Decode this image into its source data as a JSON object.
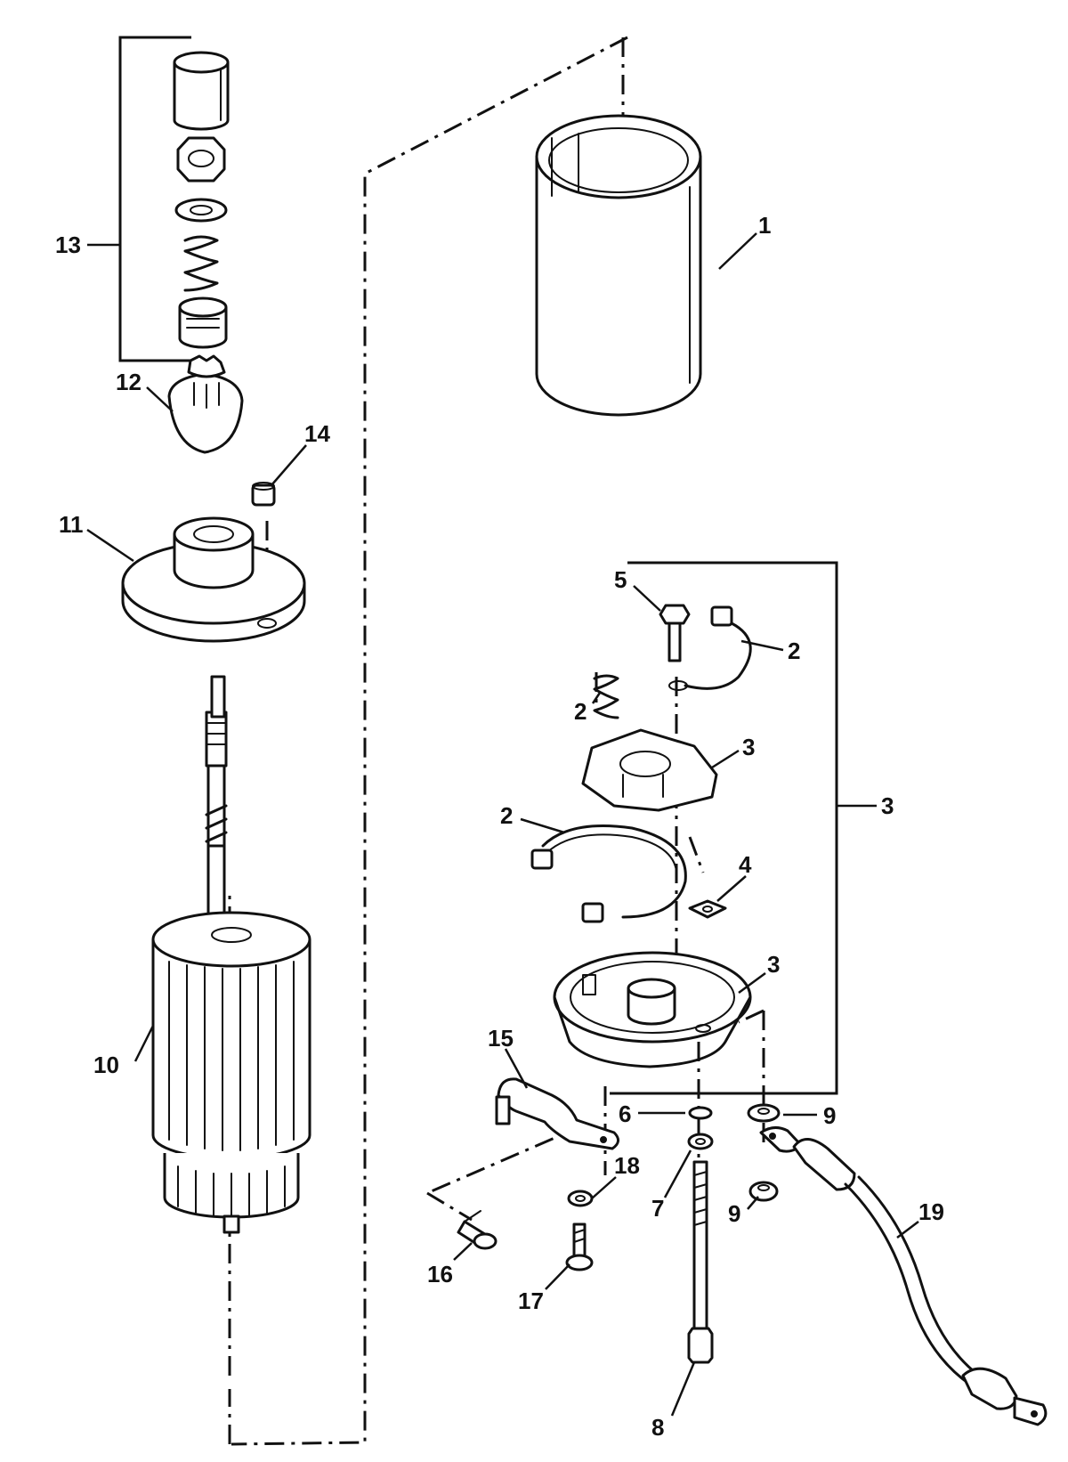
{
  "diagram": {
    "callouts": {
      "c1": "1",
      "c2a": "2",
      "c2b": "2",
      "c2c": "2",
      "c3a": "3",
      "c3b": "3",
      "c3c": "3",
      "c4": "4",
      "c5": "5",
      "c6": "6",
      "c7": "7",
      "c8": "8",
      "c9a": "9",
      "c9b": "9",
      "c10": "10",
      "c11": "11",
      "c12": "12",
      "c13": "13",
      "c14": "14",
      "c15": "15",
      "c16": "16",
      "c17": "17",
      "c18": "18",
      "c19": "19"
    },
    "colors": {
      "ink": "#111111",
      "paper": "#ffffff"
    }
  }
}
